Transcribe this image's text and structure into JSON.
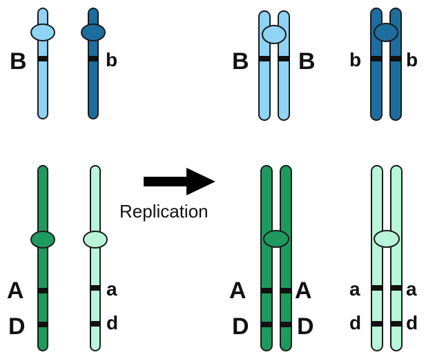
{
  "colors": {
    "light_blue": "#8fd3f5",
    "dark_blue": "#1e6d9f",
    "dark_green": "#1f9a5e",
    "light_green": "#b9f5d9",
    "outline": "#1a1a1a",
    "arrow": "#000000"
  },
  "arrow_label": "Replication",
  "labels": {
    "before_B": "B",
    "before_b": "b",
    "before_A": "A",
    "before_D": "D",
    "before_a": "a",
    "before_d": "d",
    "after_B_left": "B",
    "after_B_right": "B",
    "after_b_left": "b",
    "after_b_right": "b",
    "after_A_left": "A",
    "after_A_right": "A",
    "after_D_left": "D",
    "after_D_right": "D",
    "after_a_left": "a",
    "after_a_right": "a",
    "after_d_left": "d",
    "after_d_right": "d"
  }
}
